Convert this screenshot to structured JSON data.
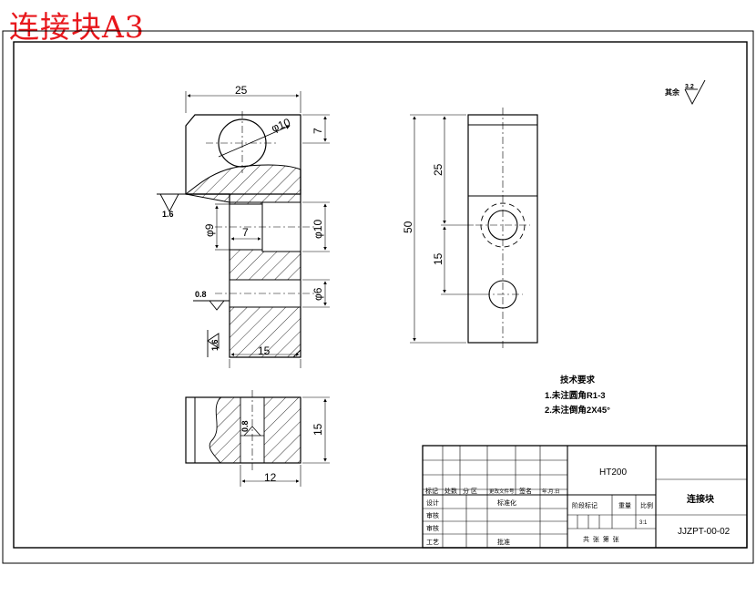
{
  "header": {
    "title": "连接块A3"
  },
  "front_view": {
    "dim_width": "25",
    "dim_hole_top": "φ10",
    "dim_top_offset": "7",
    "dim_bore_left": "φ9",
    "dim_bore_depth": "7",
    "dim_bore_right": "φ10",
    "dim_small_hole": "φ6",
    "dim_bottom_width": "15",
    "rough_left": "1.6",
    "rough_mid": "0.8",
    "rough_bottom": "1.6"
  },
  "side_view": {
    "dim_height": "50",
    "dim_upper": "25",
    "dim_lower": "15"
  },
  "bottom_view": {
    "dim_height": "15",
    "dim_width": "12",
    "rough": "0.8"
  },
  "roughness_note": {
    "label": "其余",
    "value": "3.2"
  },
  "tech_requirements": {
    "title": "技术要求",
    "items": [
      "1.未注圆角R1-3",
      "2.未注倒角2X45°"
    ]
  },
  "title_block": {
    "material": "HT200",
    "part_name": "连接块",
    "drawing_no": "JJZPT-00-02",
    "scale": "3:1",
    "row_labels": [
      "设计",
      "审核",
      "审核",
      "工艺"
    ],
    "header_cells": [
      "标记",
      "处数",
      "分 区",
      "更改文件号",
      "签名",
      "年.月.日"
    ],
    "std_label": "标准化",
    "approve_label": "批准",
    "stage_label": "阶段标记",
    "weight_label": "重量",
    "ratio_label": "比例",
    "sheet_text": "共  张  第  张"
  }
}
